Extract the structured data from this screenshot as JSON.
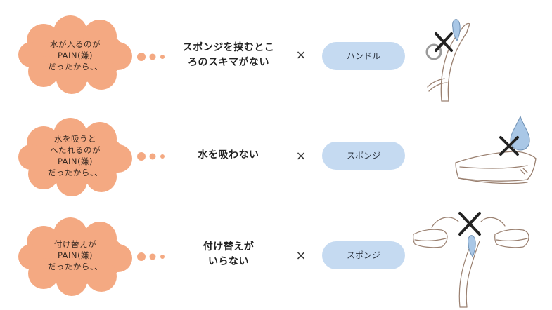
{
  "rows": [
    {
      "cloud_lines": [
        "水が入るのが",
        "PAIN(嫌)",
        "だったから、、"
      ],
      "description_lines": [
        "スポンジを挟むとこ",
        "ろのスキマがない"
      ],
      "operator": "×",
      "pill_label": "ハンドル",
      "illustration": "handle-with-gap-crossed"
    },
    {
      "cloud_lines": [
        "水を吸うと",
        "へたれるのが",
        "PAIN(嫌)",
        "だったから、、"
      ],
      "description_lines": [
        "水を吸わない"
      ],
      "operator": "×",
      "pill_label": "スポンジ",
      "illustration": "sponge-water-drop-crossed"
    },
    {
      "cloud_lines": [
        "付け替えが",
        "PAIN(嫌)",
        "だったから、、"
      ],
      "description_lines": [
        "付け替えが",
        "いらない"
      ],
      "operator": "×",
      "pill_label": "スポンジ",
      "illustration": "sponge-replacement-crossed"
    }
  ],
  "colors": {
    "cloud": "#f4a982",
    "dots": "#f4a982",
    "pill": "#c5daf1",
    "cross": "#222222",
    "line_art": "#9a8070"
  }
}
